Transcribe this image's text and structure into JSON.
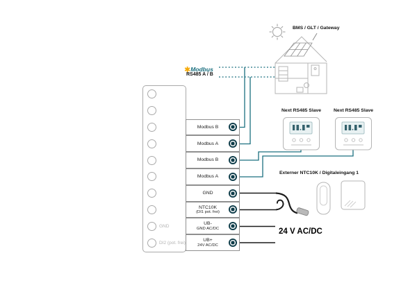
{
  "diagram": {
    "modbus_logo": "Modbus",
    "rs485_label": "RS485 A / B",
    "bms_label": "BMS / GLT / Gateway",
    "slaves": [
      {
        "label": "Next RS485 Slave"
      },
      {
        "label": "Next RS485 Slave"
      }
    ],
    "external_label": "Externer NTC10K / Digitaleingang 1",
    "power_label": "24 V AC/DC",
    "strip_rows": [
      {
        "label": ""
      },
      {
        "label": ""
      },
      {
        "label": ""
      },
      {
        "label": ""
      },
      {
        "label": ""
      },
      {
        "label": ""
      },
      {
        "label": ""
      },
      {
        "label": ""
      },
      {
        "label": "GND"
      },
      {
        "label": "DI2 (pot. frei)"
      }
    ],
    "terminals": [
      {
        "label": "Modbus B",
        "sub": ""
      },
      {
        "label": "Modbus A",
        "sub": ""
      },
      {
        "label": "Modbus B",
        "sub": ""
      },
      {
        "label": "Modbus A",
        "sub": ""
      },
      {
        "label": "GND",
        "sub": ""
      },
      {
        "label": "NTC10K",
        "sub": "(DI1 pot. frei)"
      },
      {
        "label": "UB-",
        "sub": "GND AC/DC"
      },
      {
        "label": "UB+",
        "sub": "24V AC/DC"
      }
    ],
    "colors": {
      "line_teal": "#1b6f7f",
      "terminal_dot": "#0f3d4a",
      "wire_black": "#1a1a1a",
      "outline_gray": "#b5b5b5",
      "muted_label": "#b3b3b3",
      "modbus_star": "#f6a800"
    }
  }
}
